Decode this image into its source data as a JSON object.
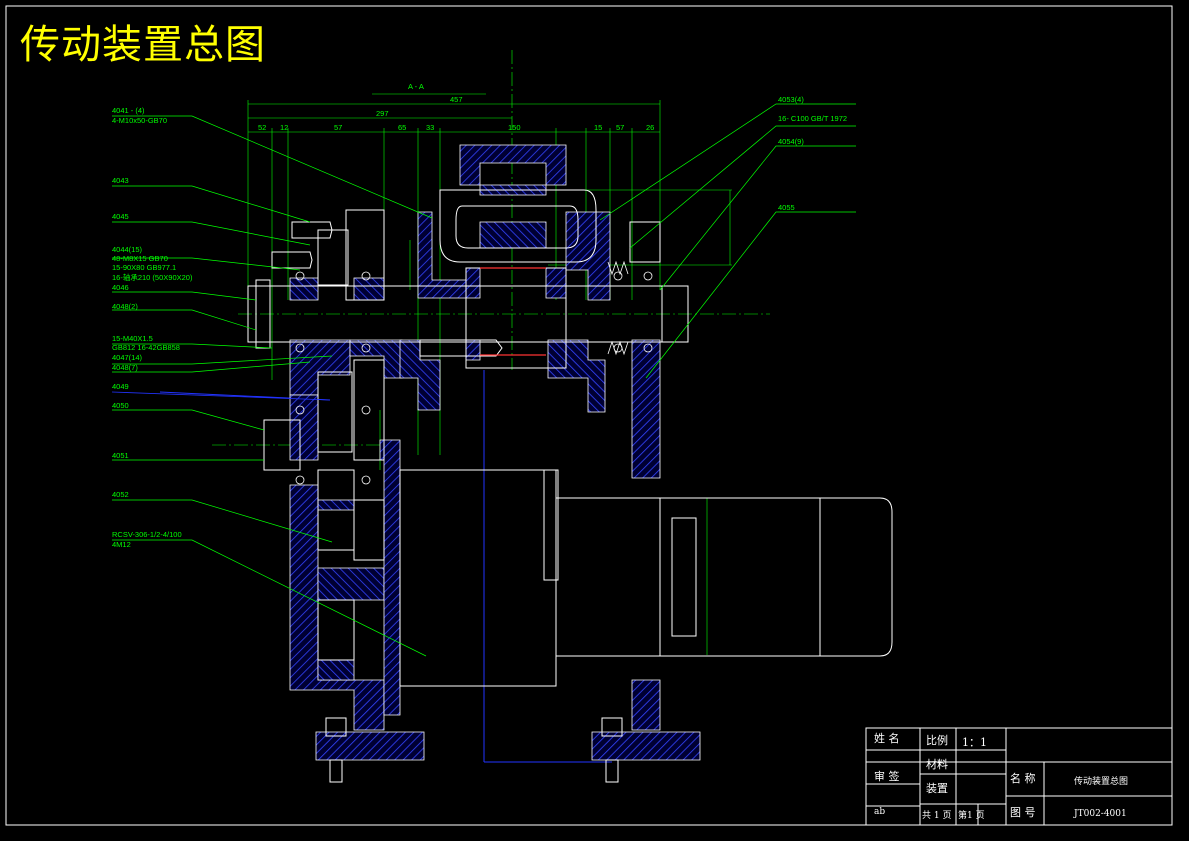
{
  "title": "传动装置总图",
  "section_label": "A - A",
  "part_labels": {
    "l1": "4041  - (4)",
    "l2": "4-M10x50-GB70",
    "l3": "4043",
    "l4": "4045",
    "l5": "4044(15)",
    "l6": "48-M8X15 GB70",
    "l7": "15-90X80 GB977.1",
    "l8": "16-轴承210 (50X90X20)",
    "l9": "4046",
    "l10": "4048(2)",
    "l11": "15-M40X1.5",
    "l12": "GB812 16-42GB858",
    "l13": "4047(14)",
    "l14": "4048(7)",
    "l15": "4049",
    "l16": "4050",
    "l17": "4051",
    "l18": "4052",
    "l19": "RCSV-306-1/2-4/100",
    "l20": "4M12",
    "r1": "4053(4)",
    "r2": "16- C100 GB/T 1972",
    "r3": "4054(9)",
    "r4": "4055"
  },
  "title_block": {
    "name_label": "姓 名",
    "review_label": "审 签",
    "ratio_label": "比例",
    "ratio_value": "1：1",
    "material_label": "材料",
    "assembly_label": "装置",
    "part_name_label": "名 称",
    "part_name_value": "传动装置总图",
    "drawing_no_label": "图 号",
    "drawing_no_value": "JT002-4001",
    "total_pages": "共 1 页",
    "page_no": "第1 页",
    "corner_note": "ab"
  }
}
